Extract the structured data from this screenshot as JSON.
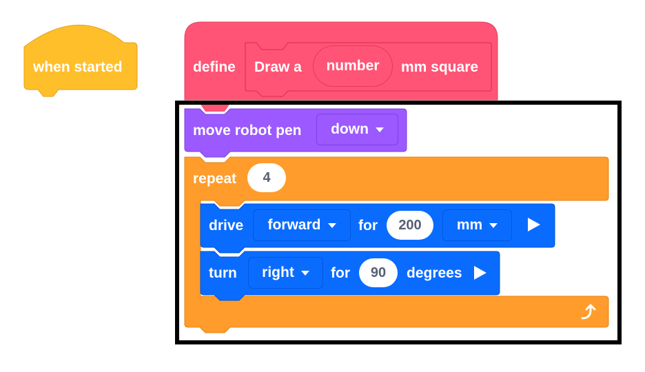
{
  "hat_block": {
    "label": "when started",
    "color": "#ffbf2b"
  },
  "define_block": {
    "define_label": "define",
    "draw_label": "Draw a",
    "param_label": "number",
    "suffix_label": "mm square",
    "color": "#ff5475"
  },
  "pen_block": {
    "label": "move robot pen",
    "dropdown": "down",
    "color": "#9b59ff"
  },
  "repeat_block": {
    "label": "repeat",
    "count": "4",
    "color": "#ff9c2b"
  },
  "drive_block": {
    "label": "drive",
    "direction": "forward",
    "for_label": "for",
    "distance": "200",
    "unit": "mm",
    "color": "#0a6cff"
  },
  "turn_block": {
    "label": "turn",
    "direction": "right",
    "for_label": "for",
    "angle": "90",
    "unit_label": "degrees",
    "color": "#0a6cff"
  }
}
